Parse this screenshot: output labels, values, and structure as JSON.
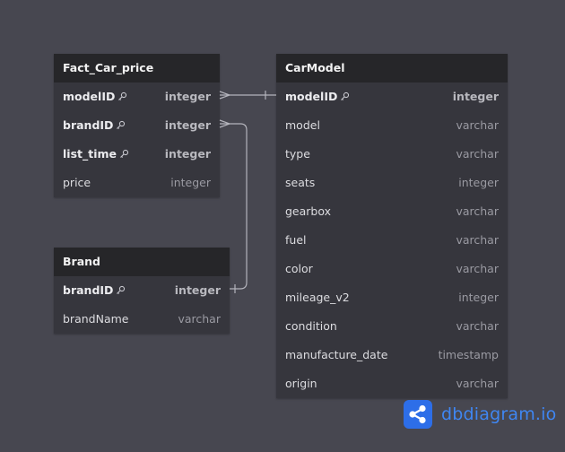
{
  "tables": {
    "fact": {
      "title": "Fact_Car_price",
      "fields": [
        {
          "name": "modelID",
          "type": "integer",
          "pk": true
        },
        {
          "name": "brandID",
          "type": "integer",
          "pk": true
        },
        {
          "name": "list_time",
          "type": "integer",
          "pk": true
        },
        {
          "name": "price",
          "type": "integer",
          "pk": false
        }
      ]
    },
    "brand": {
      "title": "Brand",
      "fields": [
        {
          "name": "brandID",
          "type": "integer",
          "pk": true
        },
        {
          "name": "brandName",
          "type": "varchar",
          "pk": false
        }
      ]
    },
    "carmodel": {
      "title": "CarModel",
      "fields": [
        {
          "name": "modelID",
          "type": "integer",
          "pk": true
        },
        {
          "name": "model",
          "type": "varchar",
          "pk": false
        },
        {
          "name": "type",
          "type": "varchar",
          "pk": false
        },
        {
          "name": "seats",
          "type": "integer",
          "pk": false
        },
        {
          "name": "gearbox",
          "type": "varchar",
          "pk": false
        },
        {
          "name": "fuel",
          "type": "varchar",
          "pk": false
        },
        {
          "name": "color",
          "type": "varchar",
          "pk": false
        },
        {
          "name": "mileage_v2",
          "type": "integer",
          "pk": false
        },
        {
          "name": "condition",
          "type": "varchar",
          "pk": false
        },
        {
          "name": "manufacture_date",
          "type": "timestamp",
          "pk": false
        },
        {
          "name": "origin",
          "type": "varchar",
          "pk": false
        }
      ]
    }
  },
  "relations": [
    {
      "from": "Fact_Car_price.modelID",
      "to": "CarModel.modelID",
      "cardinality": "many-to-one"
    },
    {
      "from": "Fact_Car_price.brandID",
      "to": "Brand.brandID",
      "cardinality": "many-to-one"
    }
  ],
  "logo": {
    "text": "dbdiagram.io",
    "icon": "share-nodes-icon"
  },
  "colors": {
    "background": "#474750",
    "table_body": "#36363d",
    "table_header": "#262629",
    "connector": "#b4b4bc",
    "brand_blue": "#2d6ee8"
  }
}
